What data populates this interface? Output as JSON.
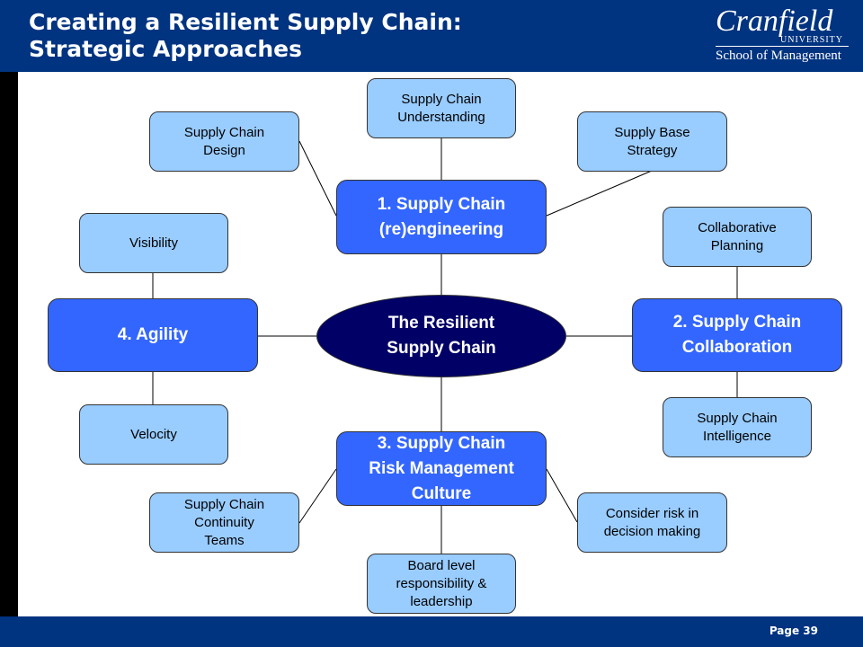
{
  "header": {
    "title": "Creating a Resilient Supply Chain:\nStrategic Approaches",
    "logo": {
      "name": "Cranfield",
      "university": "UNIVERSITY",
      "school": "School of Management"
    }
  },
  "footer": {
    "page": "Page 39"
  },
  "diagram": {
    "center": "The Resilient\nSupply Chain",
    "approaches": {
      "reengineering": "1. Supply Chain\n(re)engineering",
      "collaboration": "2. Supply Chain\nCollaboration",
      "risk_culture": "3. Supply Chain\nRisk Management\nCulture",
      "agility": "4. Agility"
    },
    "elements": {
      "understanding": "Supply Chain\nUnderstanding",
      "design": "Supply Chain\nDesign",
      "supply_base": "Supply Base\nStrategy",
      "collaborative_planning": "Collaborative\nPlanning",
      "intelligence": "Supply Chain\nIntelligence",
      "visibility": "Visibility",
      "velocity": "Velocity",
      "continuity_teams": "Supply Chain\nContinuity\nTeams",
      "board_level": "Board level\nresponsibility &\nleadership",
      "consider_risk": "Consider risk in\ndecision making"
    }
  }
}
